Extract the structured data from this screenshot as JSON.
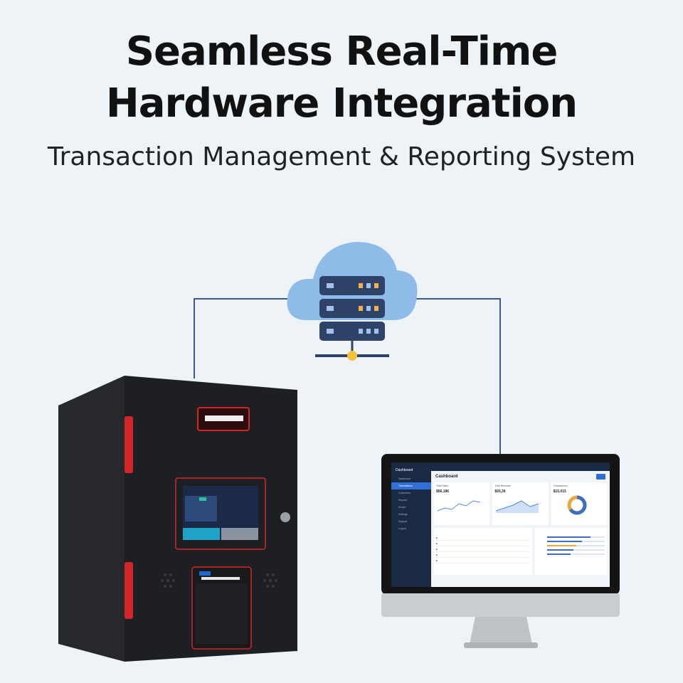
{
  "header": {
    "title_line1": "Seamless Real-Time",
    "title_line2": "Hardware Integration",
    "subtitle": "Transaction Management & Reporting System"
  },
  "colors": {
    "background": "#eef3f7",
    "cloud": "#8fbbe8",
    "server": "#2f4368",
    "server_light_blue": "#9fc3ee",
    "server_light_amber": "#f2b24e",
    "network_node": "#f3c23c",
    "connector": "#3b5a8a",
    "kiosk_body": "#1e1f22",
    "kiosk_accent": "#d3262a",
    "monitor_frame": "#141414",
    "monitor_stand": "#c9ccd1",
    "dashboard_sidebar": "#1b2a44",
    "dashboard_accent": "#2f6fd6"
  },
  "icons": {
    "cloud": "cloud-server-icon",
    "kiosk": "payment-kiosk-icon",
    "monitor": "desktop-monitor-icon"
  },
  "dashboard": {
    "logo": "Dashboard",
    "page_title": "Cashboard",
    "sidebar_items": [
      "Dashboard",
      "Transactions",
      "Customers",
      "Reports",
      "Kiosks",
      "Settings",
      "Support",
      "Logout"
    ],
    "cards": [
      {
        "label": "Total Sales",
        "value": "$56,186"
      },
      {
        "label": "Total Revenue",
        "value": "$93,36"
      },
      {
        "label": "Transactions",
        "value": "$15,015"
      }
    ]
  }
}
